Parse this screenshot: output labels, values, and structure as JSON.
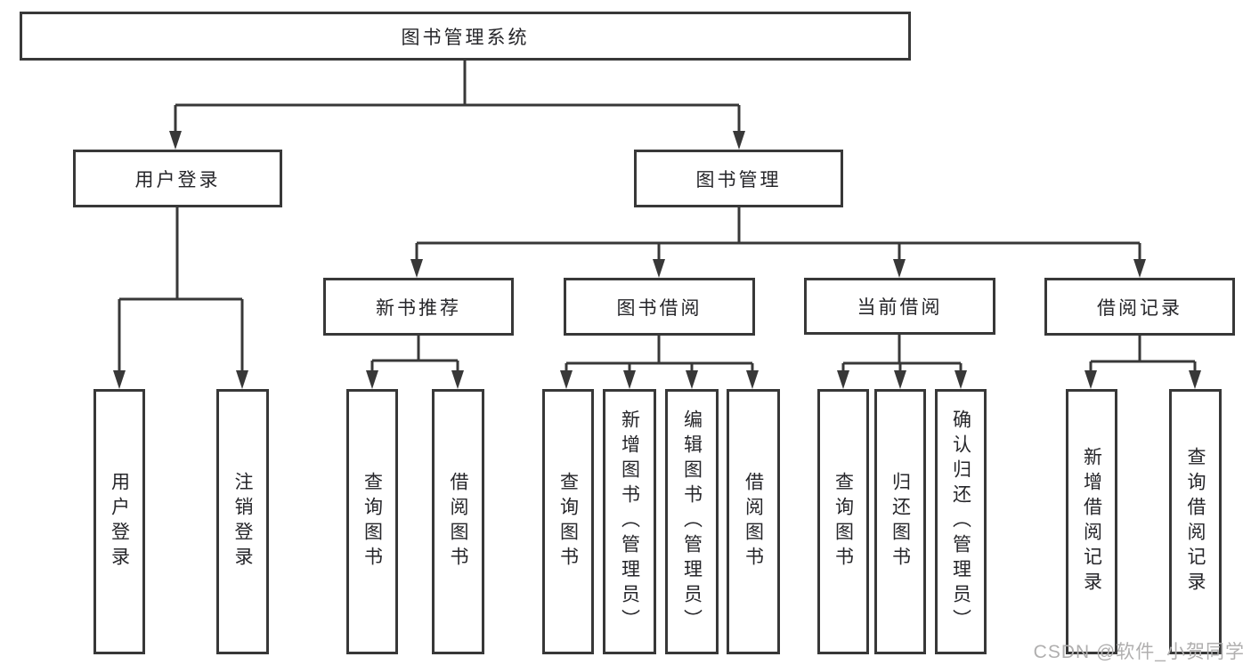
{
  "diagram": {
    "title_node": "图书管理系统",
    "level2": {
      "user_login": "用户登录",
      "book_management": "图书管理"
    },
    "level3": {
      "new_book_recommend": "新书推荐",
      "book_borrowing": "图书借阅",
      "current_borrowing": "当前借阅",
      "borrowing_records": "借阅记录"
    },
    "leaves": {
      "user_login": "用户登录",
      "logout": "注销登录",
      "nb_query_books": "查询图书",
      "nb_borrow_books": "借阅图书",
      "bb_query_books": "查询图书",
      "bb_add_books_admin": "新增图书（管理员）",
      "bb_edit_books_admin": "编辑图书（管理员）",
      "bb_borrow_books": "借阅图书",
      "cb_query_books": "查询图书",
      "cb_return_books": "归还图书",
      "cb_confirm_return_admin": "确认归还（管理员）",
      "br_add_record": "新增借阅记录",
      "br_query_record": "查询借阅记录"
    },
    "watermark": "CSDN @软件_小贺同学",
    "colors": {
      "line": "#383838",
      "text": "#26262a",
      "watermark": "#b0afaf",
      "background": "#ffffff"
    }
  }
}
